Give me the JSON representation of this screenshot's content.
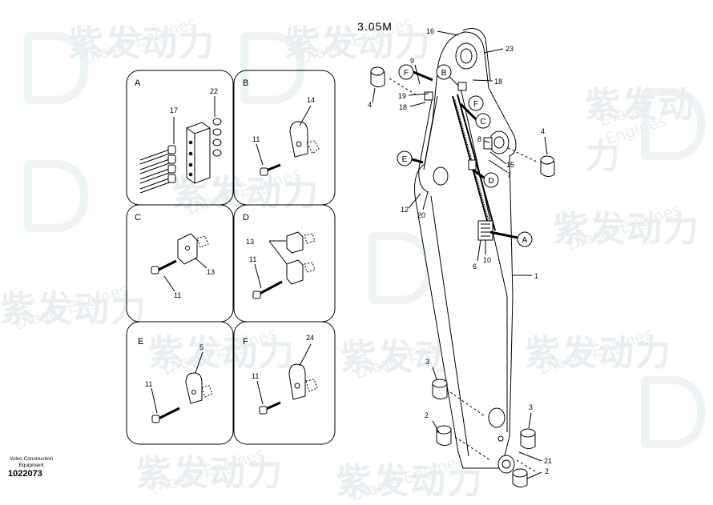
{
  "title": "3.05M",
  "footer": {
    "caption_line1": "Volvo Construction",
    "caption_line2": "Equipment",
    "part_number": "1022073"
  },
  "watermark": {
    "brand_cn": "紫发动力",
    "brand_en": "Diesel-Engines"
  },
  "panels": {
    "A": {
      "letter": "A",
      "labels": [
        "17",
        "22"
      ]
    },
    "B": {
      "letter": "B",
      "labels": [
        "14",
        "11"
      ]
    },
    "C": {
      "letter": "C",
      "labels": [
        "13",
        "11"
      ]
    },
    "D": {
      "letter": "D",
      "labels": [
        "13",
        "11"
      ]
    },
    "E": {
      "letter": "E",
      "labels": [
        "5",
        "11"
      ]
    },
    "F": {
      "letter": "F",
      "labels": [
        "24",
        "11"
      ]
    }
  },
  "callouts": [
    "A",
    "B",
    "C",
    "D",
    "E",
    "F"
  ],
  "part_labels": [
    "1",
    "2",
    "2",
    "3",
    "3",
    "4",
    "4",
    "6",
    "7",
    "8",
    "9",
    "10",
    "12",
    "15",
    "16",
    "18",
    "18",
    "19",
    "20",
    "21",
    "23"
  ]
}
